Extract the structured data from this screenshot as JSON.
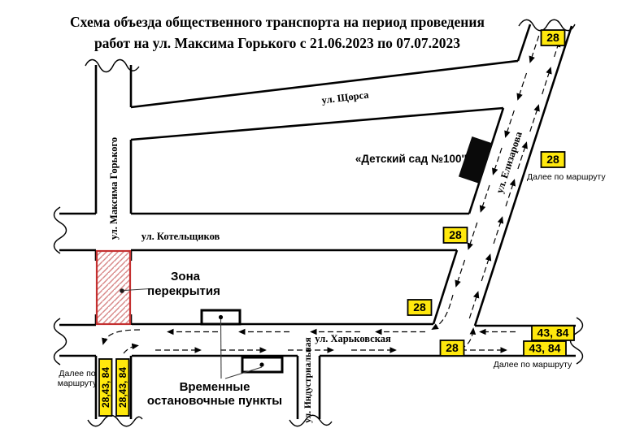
{
  "title": {
    "line1": "Схема объезда общественного транспорта на период проведения",
    "line2": "работ на ул. Максима Горького с 21.06.2023 по 07.07.2023"
  },
  "streets": {
    "maxim_gorky": "ул. Максима Горького",
    "shchorsa": "ул. Щорса",
    "kotelshchikov": "ул. Котельщиков",
    "elizarova": "ул. Елизарова",
    "kharkovskaya": "ул. Харьковская",
    "industrialnaya": "ул. Индустриальная"
  },
  "labels": {
    "kindergarten": "«Детский сад №100''",
    "closure_zone": {
      "line1": "Зона",
      "line2": "перекрытия"
    },
    "temp_stops": {
      "line1": "Временные",
      "line2": "остановочные пункты"
    },
    "further_route": "Далее по маршруту",
    "further_route_left": {
      "line1": "Далее по",
      "line2": "маршруту"
    }
  },
  "badges": {
    "route_28": "28",
    "routes_43_84": "43, 84",
    "routes_28_43_84": "28,43, 84"
  },
  "colors": {
    "badge_yellow": "#ffe80d",
    "closure_border_red": "#c43030",
    "closure_hatch_red": "#d98a8a",
    "line_black": "#000000"
  }
}
